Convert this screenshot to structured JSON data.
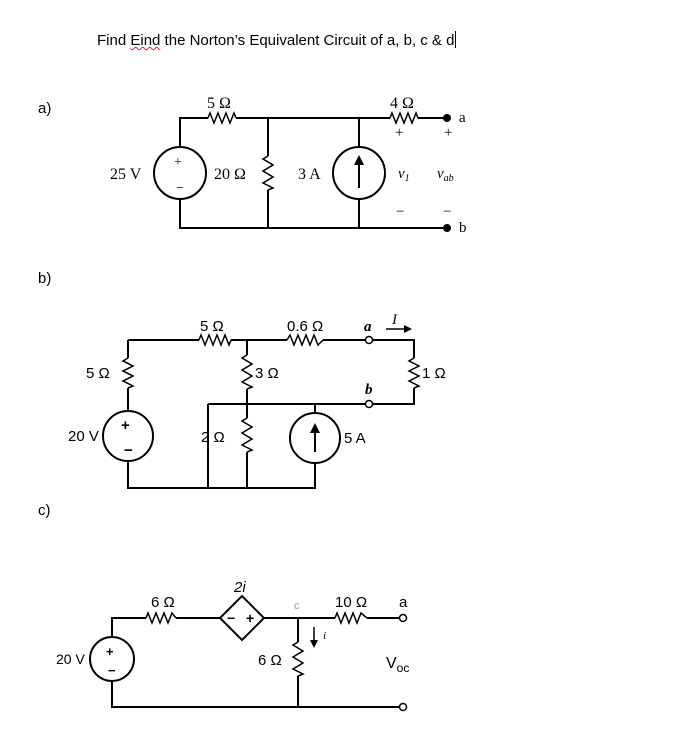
{
  "title": {
    "before": "Find ",
    "misspelled": "Eind",
    "after": " the Norton’s Equivalent Circuit of a, b, c & d"
  },
  "parts": [
    {
      "label": "a)",
      "components": {
        "r_top_left": "5 Ω",
        "r_top_right": "4 Ω",
        "source_v": "25 V",
        "r_shunt": "20 Ω",
        "source_i": "3 A",
        "v1": "v",
        "v1_sub": "1",
        "vab": "v",
        "vab_sub": "ab",
        "terminal_a": "a",
        "terminal_b": "b",
        "plus": "+",
        "minus": "−"
      }
    },
    {
      "label": "b)",
      "components": {
        "r_top_left": "5 Ω",
        "r_top_right": "0.6 Ω",
        "r_left": "5 Ω",
        "r_middle": "3 Ω",
        "source_v": "20 V",
        "r_bottom": "2 Ω",
        "source_i": "5 A",
        "r_load": "1 Ω",
        "terminal_a": "a",
        "terminal_b": "b",
        "current": "I"
      }
    },
    {
      "label": "c)",
      "components": {
        "r_left": "6 Ω",
        "dependent": "2i",
        "r_shunt": "6 Ω",
        "r_right": "10 Ω",
        "source_v": "20 V",
        "terminal_a": "a",
        "voc": "V",
        "voc_sub": "oc",
        "current": "i",
        "node_mark": "c"
      }
    }
  ]
}
